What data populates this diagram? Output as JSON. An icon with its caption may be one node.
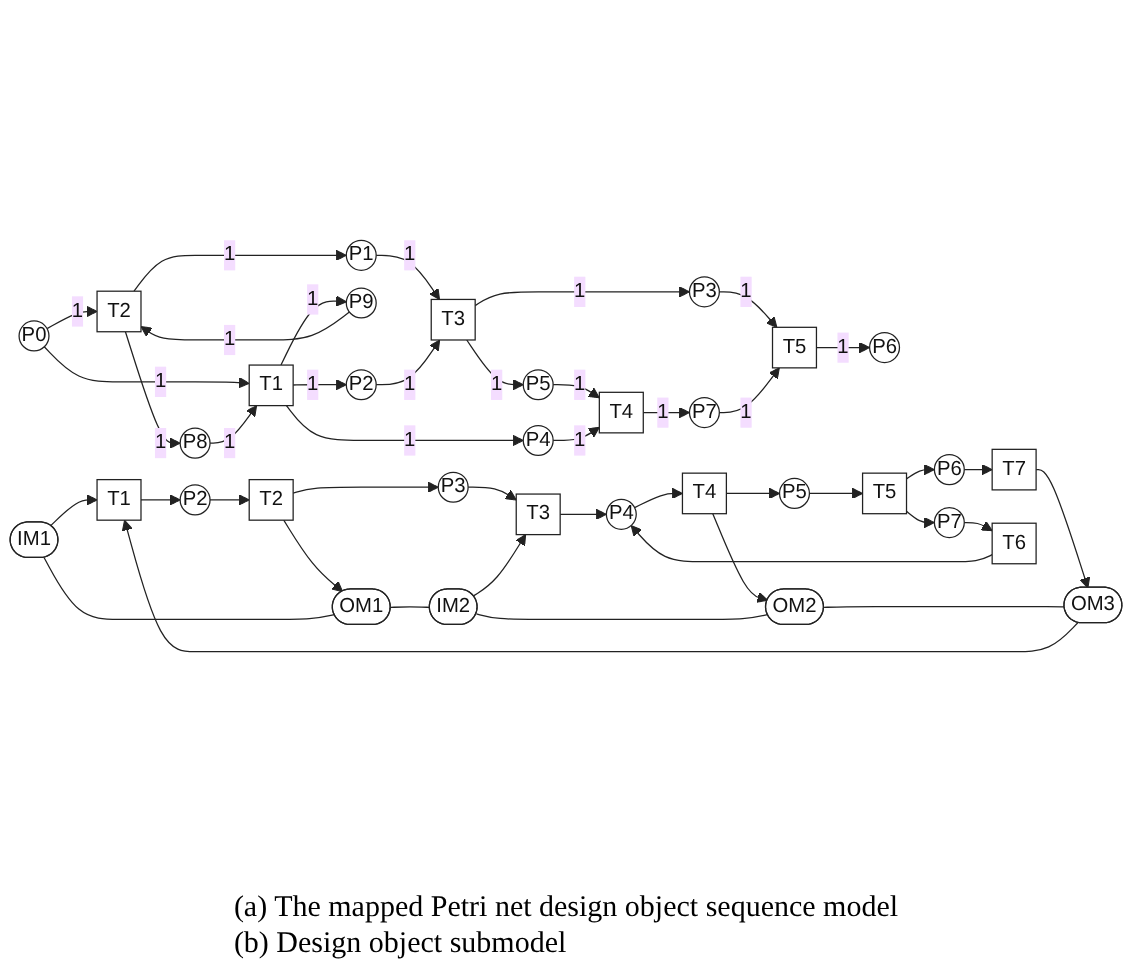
{
  "diagram": {
    "nodes": [
      {
        "text": [
          "P0"
        ]
      },
      {
        "text": [
          "T2"
        ]
      },
      {
        "text": [
          "P1"
        ]
      },
      {
        "text": [
          "P8"
        ]
      },
      {
        "text": [
          "P9"
        ]
      },
      {
        "text": [
          "T1"
        ]
      },
      {
        "text": [
          "P2"
        ]
      },
      {
        "text": [
          "T3"
        ]
      },
      {
        "text": [
          "P3"
        ]
      },
      {
        "text": [
          "P5"
        ]
      },
      {
        "text": [
          "T5"
        ]
      },
      {
        "text": [
          "P6"
        ]
      },
      {
        "text": [
          "P4"
        ]
      },
      {
        "text": [
          "T4"
        ]
      },
      {
        "text": [
          "P7"
        ]
      },
      {
        "text": [
          "IM1"
        ]
      },
      {
        "text": [
          "OM1"
        ]
      },
      {
        "text": [
          "IM2"
        ]
      },
      {
        "text": [
          "OM2"
        ]
      },
      {
        "text": [
          "T1"
        ]
      },
      {
        "text": [
          "P2"
        ]
      },
      {
        "text": [
          "T2"
        ]
      },
      {
        "text": [
          "P3"
        ]
      },
      {
        "text": [
          "T3"
        ]
      },
      {
        "text": [
          "P4"
        ]
      },
      {
        "text": [
          "T4"
        ]
      },
      {
        "text": [
          "P5"
        ]
      },
      {
        "text": [
          "T5"
        ]
      },
      {
        "text": [
          "P6"
        ]
      },
      {
        "text": [
          "T7"
        ]
      },
      {
        "text": [
          "OM3"
        ]
      },
      {
        "text": [
          "P7"
        ]
      },
      {
        "text": [
          "T6"
        ]
      }
    ],
    "edges": [
      {
        "from": 0,
        "to": 1,
        "arrow": "to",
        "label": "1"
      },
      {
        "from": 0,
        "to": 5,
        "arrow": "to",
        "label": "1"
      },
      {
        "from": 1,
        "to": 2,
        "arrow": "to",
        "label": "1"
      },
      {
        "from": 1,
        "to": 3,
        "arrow": "to",
        "label": "1"
      },
      {
        "from": 4,
        "to": 1,
        "arrow": "to",
        "label": "1"
      },
      {
        "from": 3,
        "to": 5,
        "arrow": "to",
        "label": "1"
      },
      {
        "from": 5,
        "to": 4,
        "arrow": "to",
        "label": "1"
      },
      {
        "from": 5,
        "to": 6,
        "arrow": "to",
        "label": "1"
      },
      {
        "from": 5,
        "to": 12,
        "arrow": "to",
        "label": "1"
      },
      {
        "from": 2,
        "to": 7,
        "arrow": "to",
        "label": "1"
      },
      {
        "from": 6,
        "to": 7,
        "arrow": "to",
        "label": "1"
      },
      {
        "from": 7,
        "to": 8,
        "arrow": "to",
        "label": "1"
      },
      {
        "from": 7,
        "to": 9,
        "arrow": "to",
        "label": "1"
      },
      {
        "from": 9,
        "to": 13,
        "arrow": "to",
        "label": "1"
      },
      {
        "from": 12,
        "to": 13,
        "arrow": "to",
        "label": "1"
      },
      {
        "from": 13,
        "to": 14,
        "arrow": "to",
        "label": "1"
      },
      {
        "from": 8,
        "to": 10,
        "arrow": "to",
        "label": "1"
      },
      {
        "from": 10,
        "to": 11,
        "arrow": "to",
        "label": "1"
      },
      {
        "from": 14,
        "to": 10,
        "arrow": "to",
        "label": "1"
      },
      {
        "from": 15,
        "to": 19,
        "arrow": "to"
      },
      {
        "from": 19,
        "to": 20,
        "arrow": "to"
      },
      {
        "from": 20,
        "to": 21,
        "arrow": "to"
      },
      {
        "from": 21,
        "to": 16,
        "arrow": "to"
      },
      {
        "from": 21,
        "to": 22,
        "arrow": "to"
      },
      {
        "from": 22,
        "to": 23,
        "arrow": "to"
      },
      {
        "from": 17,
        "to": 23,
        "arrow": "to"
      },
      {
        "from": 23,
        "to": 24,
        "arrow": "to"
      },
      {
        "from": 24,
        "to": 25,
        "arrow": "to"
      },
      {
        "from": 25,
        "to": 18,
        "arrow": "to"
      },
      {
        "from": 25,
        "to": 26,
        "arrow": "to"
      },
      {
        "from": 26,
        "to": 27,
        "arrow": "to"
      },
      {
        "from": 27,
        "to": 28,
        "arrow": "to"
      },
      {
        "from": 28,
        "to": 29,
        "arrow": "to"
      },
      {
        "from": 29,
        "to": 30,
        "arrow": "to"
      },
      {
        "from": 27,
        "to": 31,
        "arrow": "to"
      },
      {
        "from": 31,
        "to": 32,
        "arrow": "to"
      },
      {
        "from": 32,
        "to": 24,
        "arrow": "to"
      },
      {
        "from": 15,
        "to": 16,
        "arrow": "none"
      },
      {
        "from": 16,
        "to": 17,
        "arrow": "none"
      },
      {
        "from": 17,
        "to": 18,
        "arrow": "none"
      },
      {
        "from": 18,
        "to": 30,
        "arrow": "none"
      },
      {
        "from": 30,
        "to": 19,
        "arrow": "to"
      }
    ],
    "labels": [
      "(a) The mapped Petri net design object sequence model",
      "(b) Design object submodel"
    ]
  }
}
